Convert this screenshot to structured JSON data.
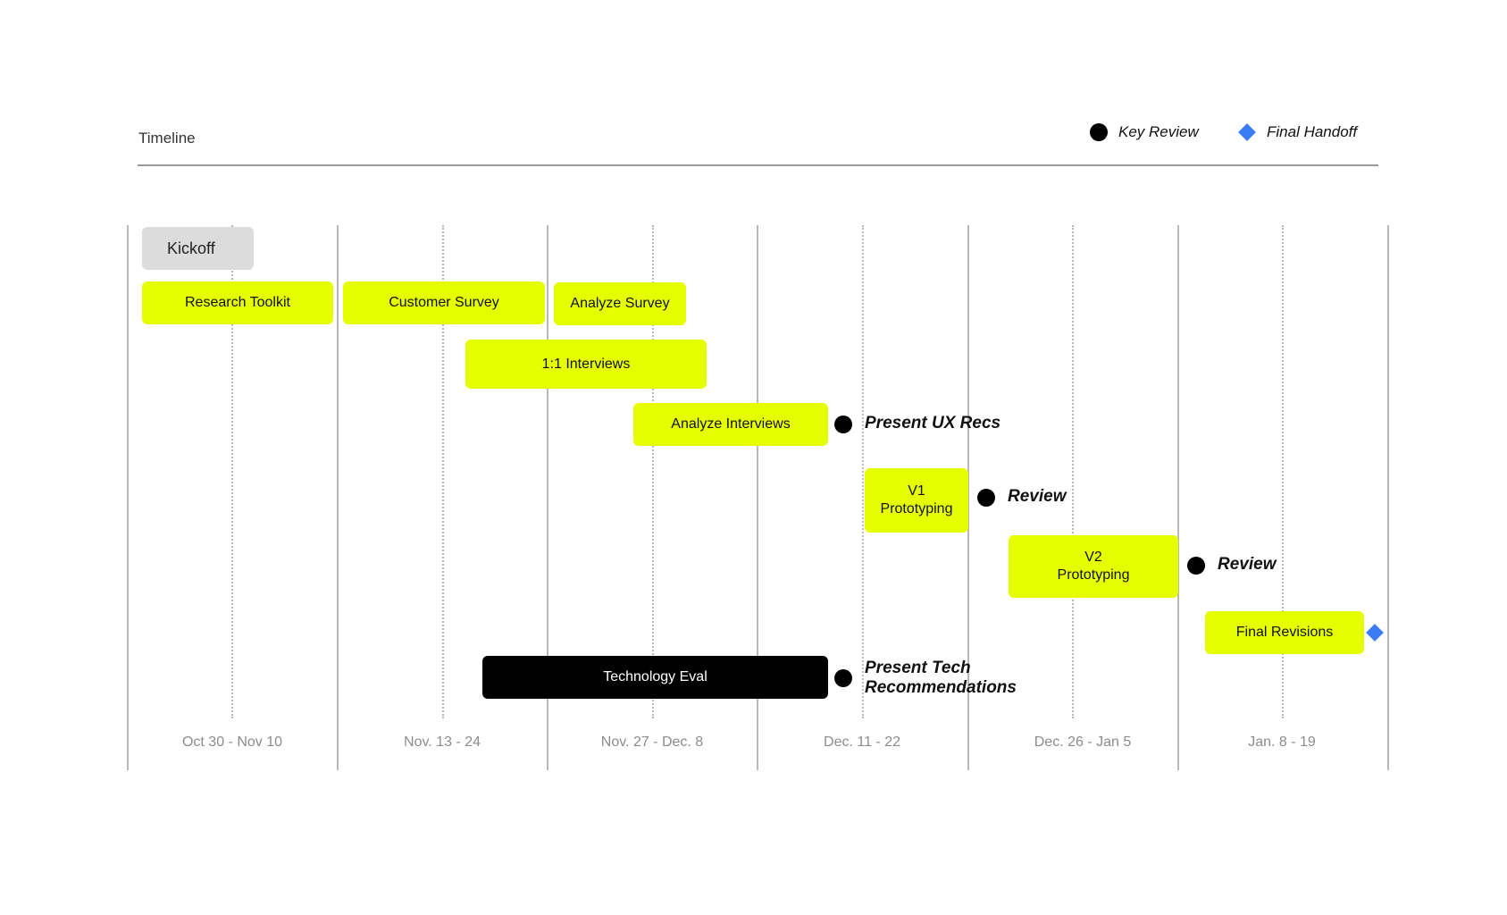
{
  "header": {
    "title": "Timeline"
  },
  "legend": {
    "key_review": "Key Review",
    "final_handoff": "Final Handoff"
  },
  "periods": [
    "Oct 30 - Nov 10",
    "Nov. 13 - 24",
    "Nov. 27 - Dec. 8",
    "Dec. 11 - 22",
    "Dec. 26 - Jan 5",
    "Jan. 8 - 19"
  ],
  "tasks": {
    "kickoff": "Kickoff",
    "research_toolkit": "Research Toolkit",
    "customer_survey": "Customer Survey",
    "analyze_survey": "Analyze Survey",
    "interviews": "1:1 Interviews",
    "analyze_interviews": "Analyze Interviews",
    "v1_line1": "V1",
    "v1_line2": "Prototyping",
    "v2_line1": "V2",
    "v2_line2": "Prototyping",
    "final_revisions": "Final Revisions",
    "technology_eval": "Technology Eval"
  },
  "milestones": {
    "present_ux_recs": "Present UX Recs",
    "review_1": "Review",
    "review_2": "Review",
    "present_tech_line1": "Present Tech",
    "present_tech_line2": "Recommendations"
  },
  "colors": {
    "task": "#e6ff00",
    "kickoff": "#dcdcdc",
    "tech_eval": "#000000",
    "key_review": "#000000",
    "final_handoff": "#3b7cf5",
    "gridline": "#b8b8b8",
    "period_label": "#8c8c8c"
  }
}
